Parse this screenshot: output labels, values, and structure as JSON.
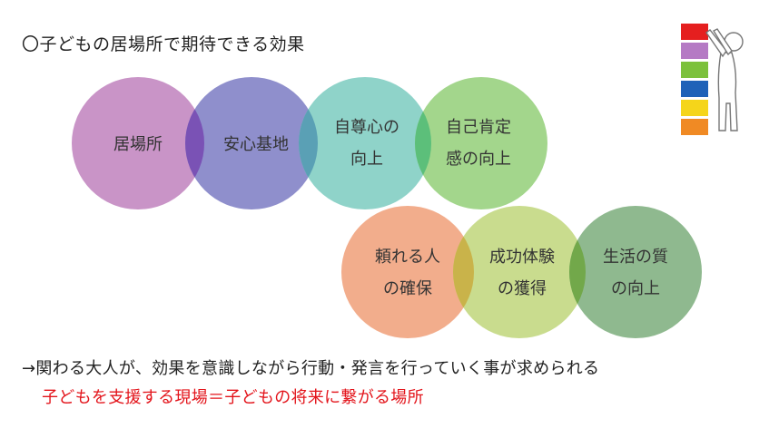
{
  "title": "〇子どもの居場所で期待できる効果",
  "circles_row1": [
    {
      "lines": [
        "居場所"
      ],
      "color": "#c994c7"
    },
    {
      "lines": [
        "安心基地"
      ],
      "color": "#8f8fcc"
    },
    {
      "lines": [
        "自尊心の",
        "向上"
      ],
      "color": "#8fd3c9"
    },
    {
      "lines": [
        "自己肯定",
        "感の向上"
      ],
      "color": "#a3d68c"
    }
  ],
  "circles_row2": [
    {
      "lines": [
        "頼れる人",
        "の確保"
      ],
      "color": "#f2ad8c"
    },
    {
      "lines": [
        "成功体験",
        "の獲得"
      ],
      "color": "#c9dc8e"
    },
    {
      "lines": [
        "生活の質",
        "の向上"
      ],
      "color": "#8fb98f"
    }
  ],
  "note_line1": "→関わる大人が、効果を意識しながら行動・発言を行っていく事が求められる",
  "note_line2": "子どもを支援する現場＝子どもの将来に繋がる場所",
  "logo_blocks": [
    "#e51f1f",
    "#b57ac4",
    "#7cc13c",
    "#1f62b8",
    "#f5d51a",
    "#f08a24"
  ]
}
